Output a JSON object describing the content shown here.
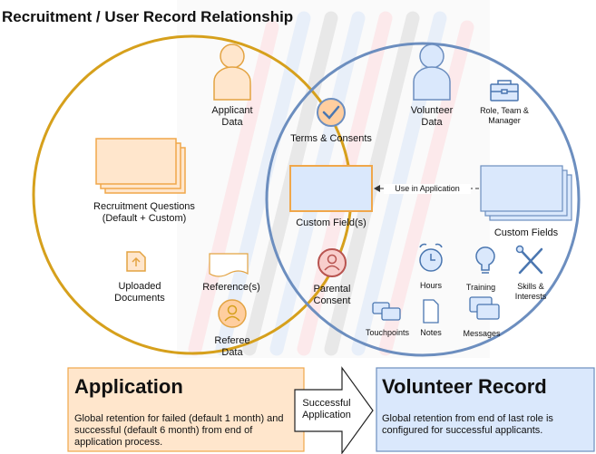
{
  "title": "Recruitment / User Record Relationship",
  "colors": {
    "application_ring": "#d6a01c",
    "volunteer_ring": "#6c8ebf",
    "orange_fill": "#ffe6cc",
    "orange_stroke": "#f0a74a",
    "blue_fill": "#dae8fc",
    "blue_stroke": "#6c8ebf",
    "parental_icon": "#c0504d"
  },
  "application_side": {
    "applicant_data": "Applicant\nData",
    "recruitment_questions": "Recruitment Questions\n(Default + Custom)",
    "uploaded_documents": "Uploaded\nDocuments",
    "references": "Reference(s)",
    "referee_data": "Referee\nData"
  },
  "shared": {
    "terms_consents": "Terms & Consents",
    "custom_field": "Custom Field(s)",
    "parental_consent": "Parental\nConsent",
    "use_in_application": "Use in Application"
  },
  "volunteer_side": {
    "volunteer_data": "Volunteer\nData",
    "role_team_manager": "Role, Team &\nManager",
    "custom_fields": "Custom Fields",
    "hours": "Hours",
    "training": "Training",
    "skills_interests": "Skills &\nInterests",
    "touchpoints": "Touchpoints",
    "notes": "Notes",
    "messages": "Messages"
  },
  "application_box": {
    "heading": "Application",
    "description": "Global retention for failed (default 1 month) and successful (default 6 month) from end of application process."
  },
  "transition_arrow": "Successful\nApplication",
  "volunteer_box": {
    "heading": "Volunteer Record",
    "description": "Global retention from end of last role is configured for successful applicants."
  }
}
